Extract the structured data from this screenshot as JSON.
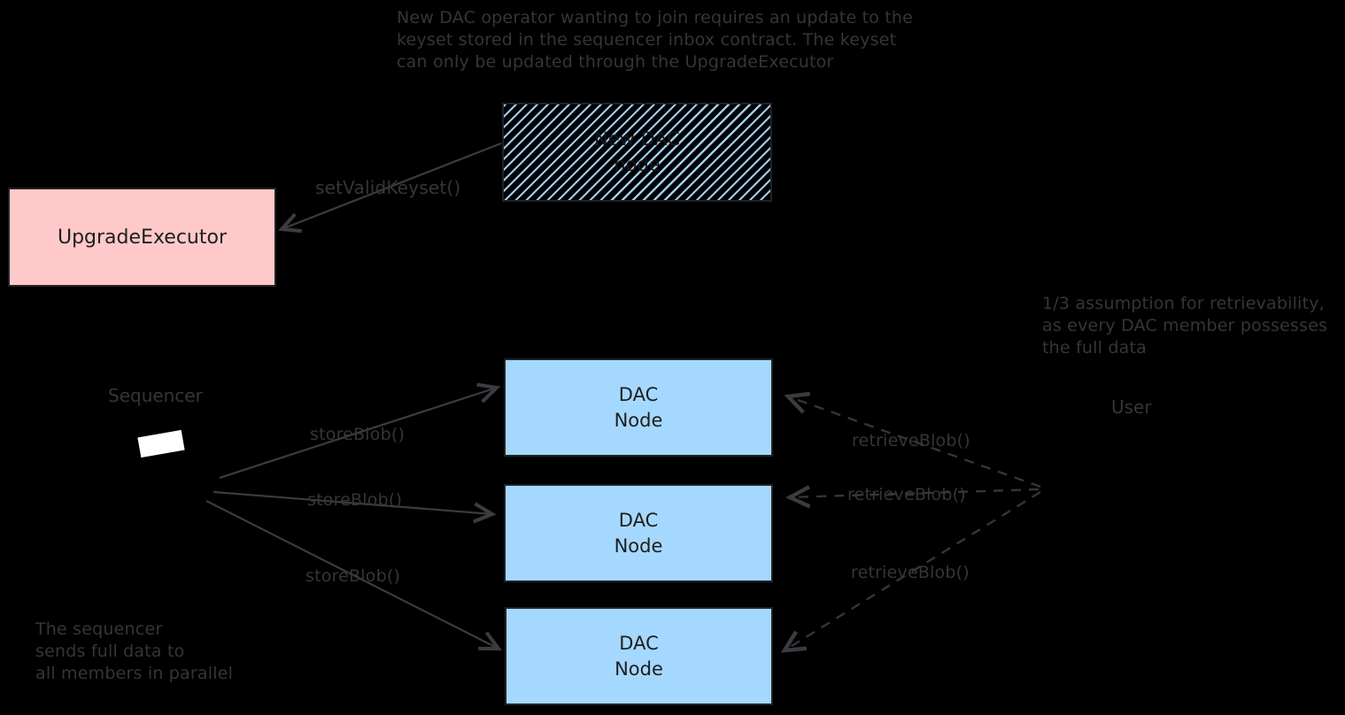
{
  "diagram": {
    "notes": {
      "keyset_note": "New DAC operator wanting to join requires an update to the\nkeyset stored in the sequencer inbox contract. The keyset\ncan only be updated through the UpgradeExecutor",
      "retrievability_note": "1/3 assumption for retrievability,\nas every DAC member possesses\nthe full data",
      "parallel_note": "The sequencer\nsends full data to\nall members in parallel"
    },
    "nodes": {
      "new_dac_node": "New DAC\nnode",
      "upgrade_executor": "UpgradeExecutor",
      "sequencer": "Sequencer",
      "user": "User",
      "dac_node_1": "DAC\nNode",
      "dac_node_2": "DAC\nNode",
      "dac_node_3": "DAC\nNode"
    },
    "edge_labels": {
      "set_valid_keyset": "setValidKeyset()",
      "store_blob_1": "storeBlob()",
      "store_blob_2": "storeBlob()",
      "store_blob_3": "storeBlob()",
      "retrieve_blob_1": "retrieveBlob()",
      "retrieve_blob_2": "retrieveBlob()",
      "retrieve_blob_3": "retrieveBlob()"
    },
    "colors": {
      "background": "#000000",
      "ink": "#35353a",
      "box_border": "#222226",
      "box_text": "#1e1e1e",
      "pink_fill": "#ffc9c9",
      "blue_fill": "#a5d8ff",
      "hatch_blue": "#a5d8ff",
      "white_shape": "#ffffff"
    }
  }
}
